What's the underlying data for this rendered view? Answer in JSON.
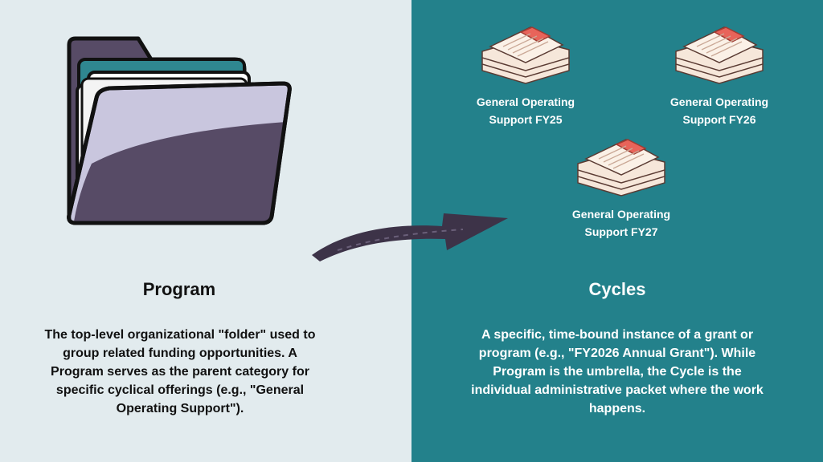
{
  "program": {
    "title": "Program",
    "description": "The top-level organizational \"folder\" used to group related funding opportunities. A Program serves as the parent category for specific cyclical offerings (e.g., \"General Operating Support\")."
  },
  "cycles": {
    "title": "Cycles",
    "description": "A specific, time-bound instance of a grant or program (e.g., \"FY2026 Annual Grant\"). While Program is the umbrella, the Cycle is the individual administrative packet where the work happens.",
    "items": [
      {
        "label": "General Operating\nSupport FY25"
      },
      {
        "label": "General Operating\nSupport FY26"
      },
      {
        "label": "General Operating\nSupport FY27"
      }
    ]
  },
  "colors": {
    "left_bg": "#e2ebee",
    "right_bg": "#23818b",
    "folder_fill": "#c9c6de",
    "folder_dark": "#574b66",
    "outline": "#111111"
  },
  "icons": [
    "folder-icon",
    "document-stack-icon",
    "curved-arrow-icon"
  ]
}
